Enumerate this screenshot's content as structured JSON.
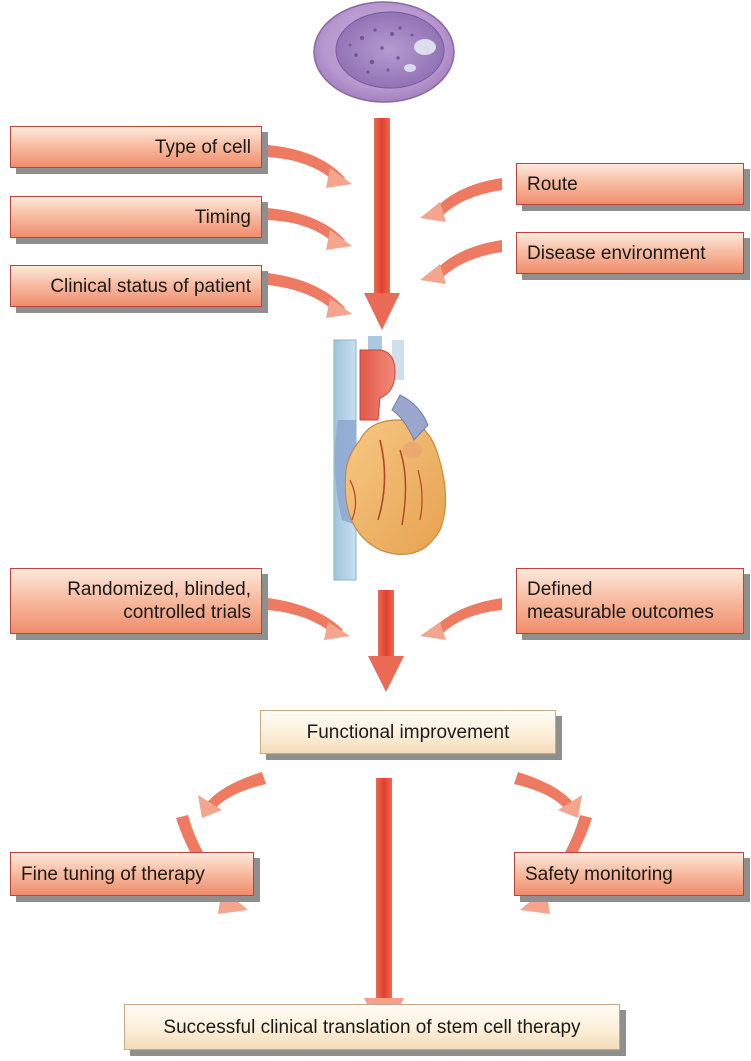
{
  "inputs_left": [
    {
      "label": "Type of cell"
    },
    {
      "label": "Timing"
    },
    {
      "label": "Clinical status of patient"
    }
  ],
  "inputs_right": [
    {
      "label": "Route"
    },
    {
      "label": "Disease environment"
    }
  ],
  "trial_left": {
    "line1": "Randomized, blinded,",
    "line2": "controlled trials"
  },
  "trial_right": {
    "line1": "Defined",
    "line2": "measurable outcomes"
  },
  "center_box": {
    "label": "Functional improvement"
  },
  "fine_tuning": {
    "label": "Fine tuning of therapy"
  },
  "safety": {
    "label": "Safety monitoring"
  },
  "final_box": {
    "label": "Successful clinical translation of stem cell therapy"
  },
  "colors": {
    "arrow_dark": "#e0402f",
    "arrow_light": "#fbd3c4",
    "box_orange": "#f4a585",
    "box_cream": "#fbefd9"
  },
  "illustrations": {
    "top": "stem-cell-illustration",
    "middle": "heart-illustration"
  }
}
